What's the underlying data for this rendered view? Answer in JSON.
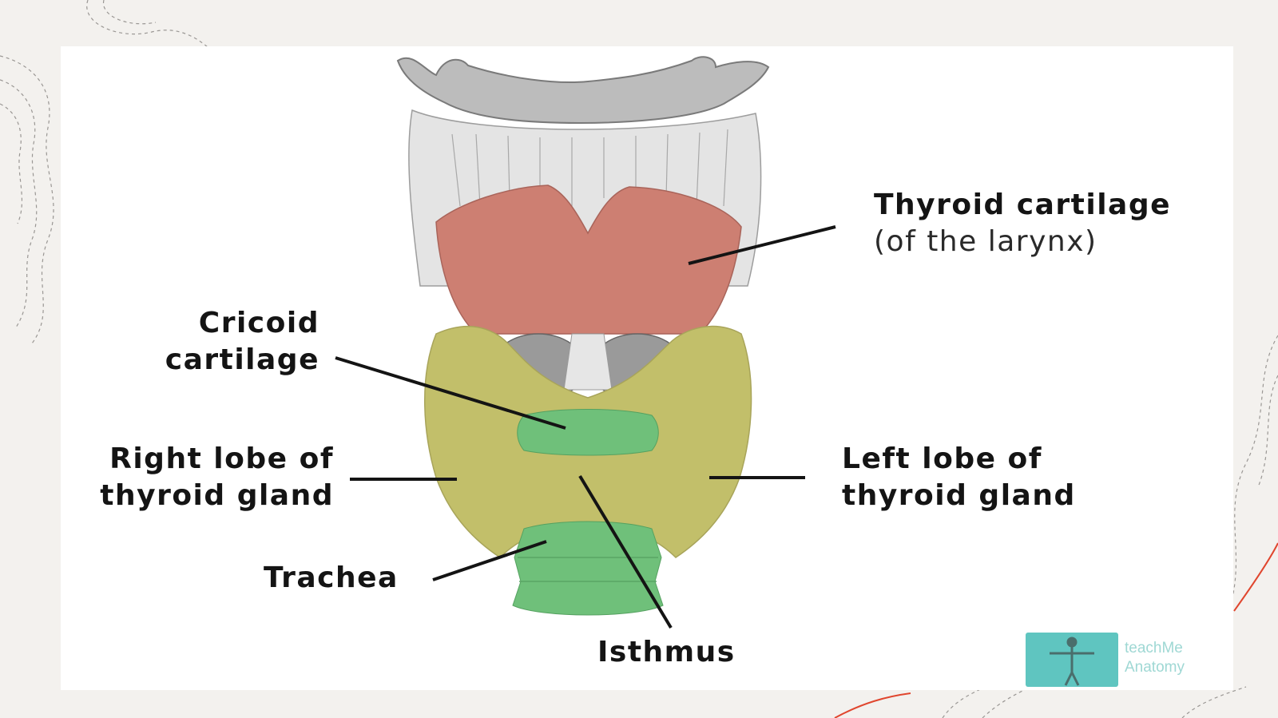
{
  "labels": {
    "thyroid_cartilage": {
      "line1": "Thyroid cartilage",
      "line2": "(of the larynx)"
    },
    "cricoid_cartilage": {
      "line1": "Cricoid",
      "line2": "cartilage"
    },
    "right_lobe": {
      "line1": "Right lobe of",
      "line2": "thyroid gland"
    },
    "left_lobe": {
      "line1": "Left lobe of",
      "line2": "thyroid gland"
    },
    "trachea": "Trachea",
    "isthmus": "Isthmus"
  },
  "logo": {
    "line1": "teachMe",
    "line2": "Anatomy"
  },
  "colors": {
    "thyroid_cartilage": "#cd7f72",
    "thyroid_gland": "#c2bf6a",
    "cricoid_trachea": "#6fc07a",
    "hyoid": "#bcbcbc",
    "accent_red": "#e0462e"
  }
}
